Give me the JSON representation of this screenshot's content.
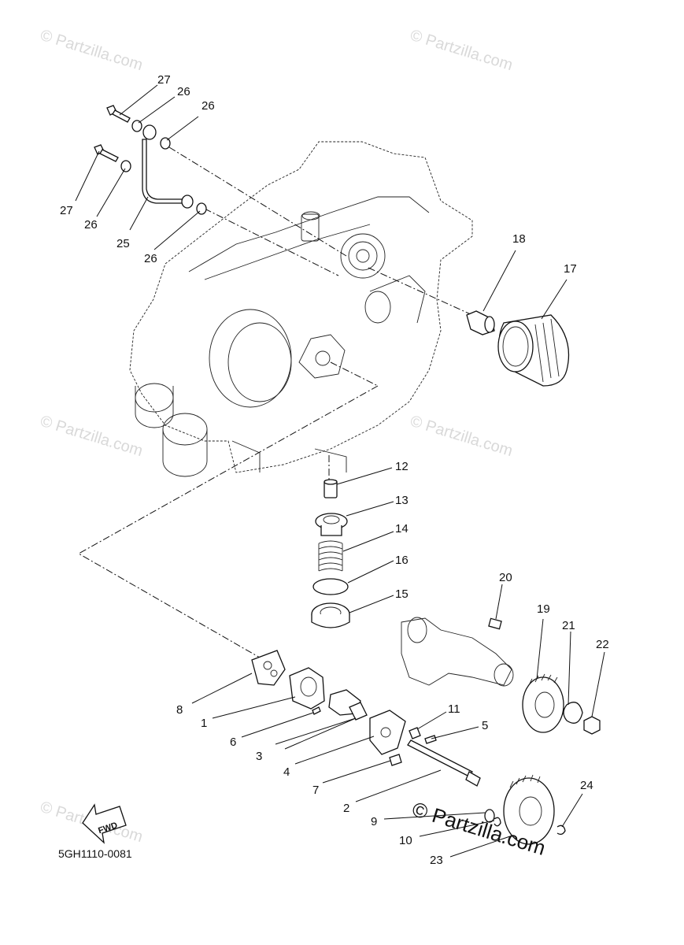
{
  "diagram_code": "5GH1110-0081",
  "fwd_label": "FWD",
  "watermark_text": "© Partzilla.com",
  "brand_text": "© Partzilla.com",
  "callouts": [
    {
      "id": "27a",
      "label": "27"
    },
    {
      "id": "26a",
      "label": "26"
    },
    {
      "id": "26b",
      "label": "26"
    },
    {
      "id": "27b",
      "label": "27"
    },
    {
      "id": "26c",
      "label": "26"
    },
    {
      "id": "25",
      "label": "25"
    },
    {
      "id": "26d",
      "label": "26"
    },
    {
      "id": "18",
      "label": "18"
    },
    {
      "id": "17",
      "label": "17"
    },
    {
      "id": "12",
      "label": "12"
    },
    {
      "id": "13",
      "label": "13"
    },
    {
      "id": "14",
      "label": "14"
    },
    {
      "id": "16",
      "label": "16"
    },
    {
      "id": "15",
      "label": "15"
    },
    {
      "id": "20",
      "label": "20"
    },
    {
      "id": "19",
      "label": "19"
    },
    {
      "id": "21",
      "label": "21"
    },
    {
      "id": "22",
      "label": "22"
    },
    {
      "id": "8",
      "label": "8"
    },
    {
      "id": "1",
      "label": "1"
    },
    {
      "id": "6",
      "label": "6"
    },
    {
      "id": "11",
      "label": "11"
    },
    {
      "id": "5",
      "label": "5"
    },
    {
      "id": "3",
      "label": "3"
    },
    {
      "id": "4",
      "label": "4"
    },
    {
      "id": "7",
      "label": "7"
    },
    {
      "id": "2",
      "label": "2"
    },
    {
      "id": "24",
      "label": "24"
    },
    {
      "id": "9",
      "label": "9"
    },
    {
      "id": "10",
      "label": "10"
    },
    {
      "id": "23",
      "label": "23"
    }
  ]
}
